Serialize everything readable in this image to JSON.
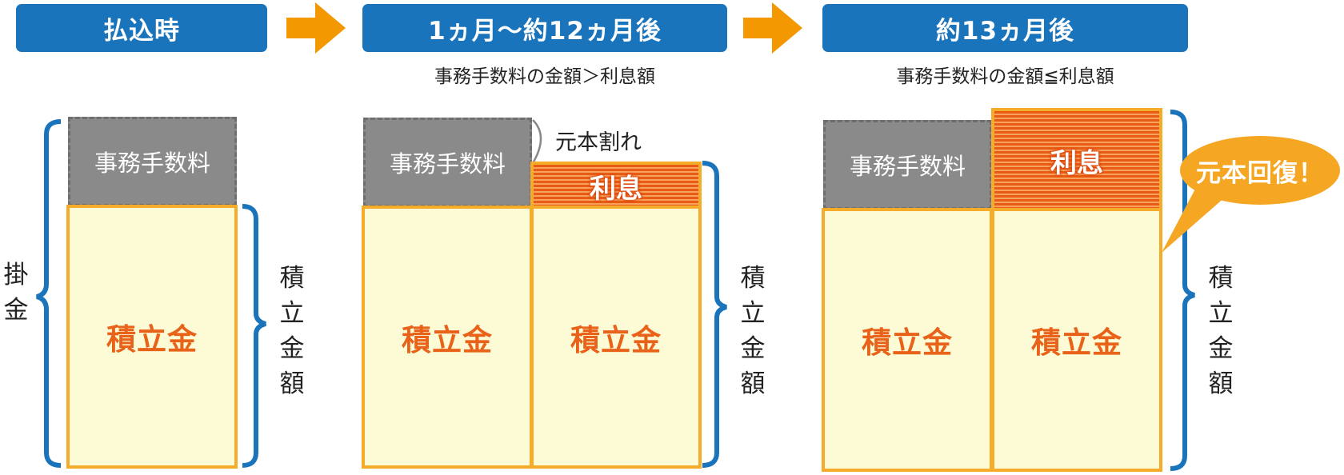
{
  "stages": [
    {
      "header": "払込時",
      "caption": ""
    },
    {
      "header": "1ヵ月〜約12ヵ月後",
      "caption": "事務手数料の金額＞利息額"
    },
    {
      "header": "約13ヵ月後",
      "caption": "事務手数料の金額≦利息額"
    }
  ],
  "labels": {
    "fee": "事務手数料",
    "deposit": "積立金",
    "interest": "利息",
    "principal_loss": "元本割れ",
    "principal_recovery": "元本回復！",
    "installment_total": [
      "掛",
      "金"
    ],
    "deposit_total": [
      "積",
      "立",
      "金",
      "額"
    ]
  },
  "colors": {
    "header_blue": "#1a74bc",
    "arrow_orange": "#f39800",
    "fee_gray": "#8a8a8a",
    "deposit_fill": "#fdfbd5",
    "deposit_border": "#f5ac2a",
    "deposit_text": "#e8621a",
    "interest_red": "#e95c15",
    "bracket_blue": "#1a74bc",
    "bubble_orange": "#f5a623"
  }
}
